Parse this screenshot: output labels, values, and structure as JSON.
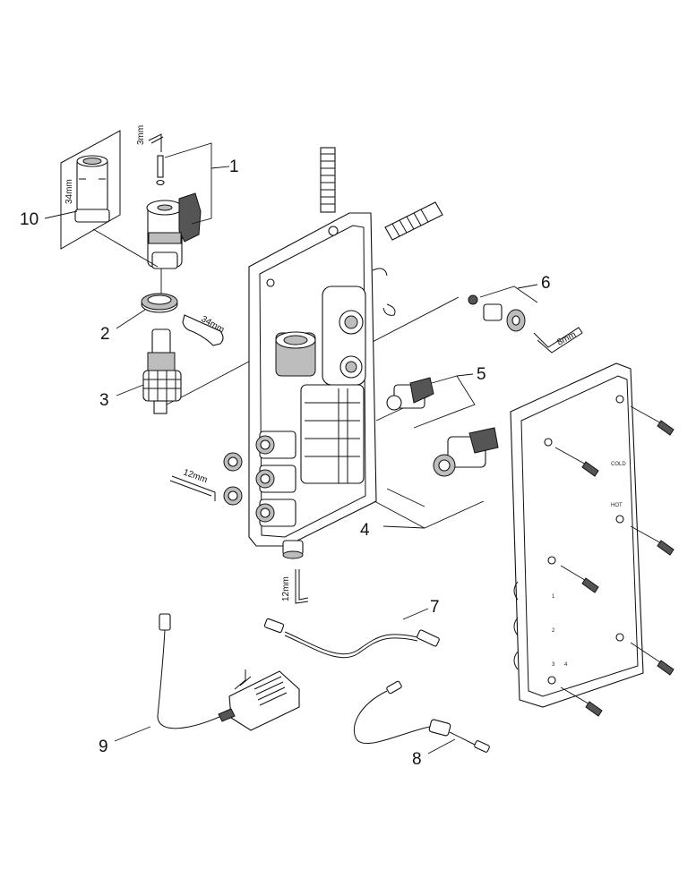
{
  "diagram": {
    "callouts": {
      "c1": "1",
      "c2": "2",
      "c3": "3",
      "c4": "4",
      "c5": "5",
      "c6": "6",
      "c7": "7",
      "c8": "8",
      "c9": "9",
      "c10": "10"
    },
    "tool_sizes": {
      "hex_3mm": "3mm",
      "wrench_34mm_cap": "34mm",
      "wrench_34mm": "34mm",
      "hex_8mm": "8mm",
      "hex_12mm_left": "12mm",
      "hex_12mm_bottom": "12mm"
    },
    "cover_markings": {
      "cold": "COLD",
      "hot": "HOT",
      "port_1": "1",
      "port_2": "2",
      "port_3": "3",
      "port_4": "4"
    }
  }
}
